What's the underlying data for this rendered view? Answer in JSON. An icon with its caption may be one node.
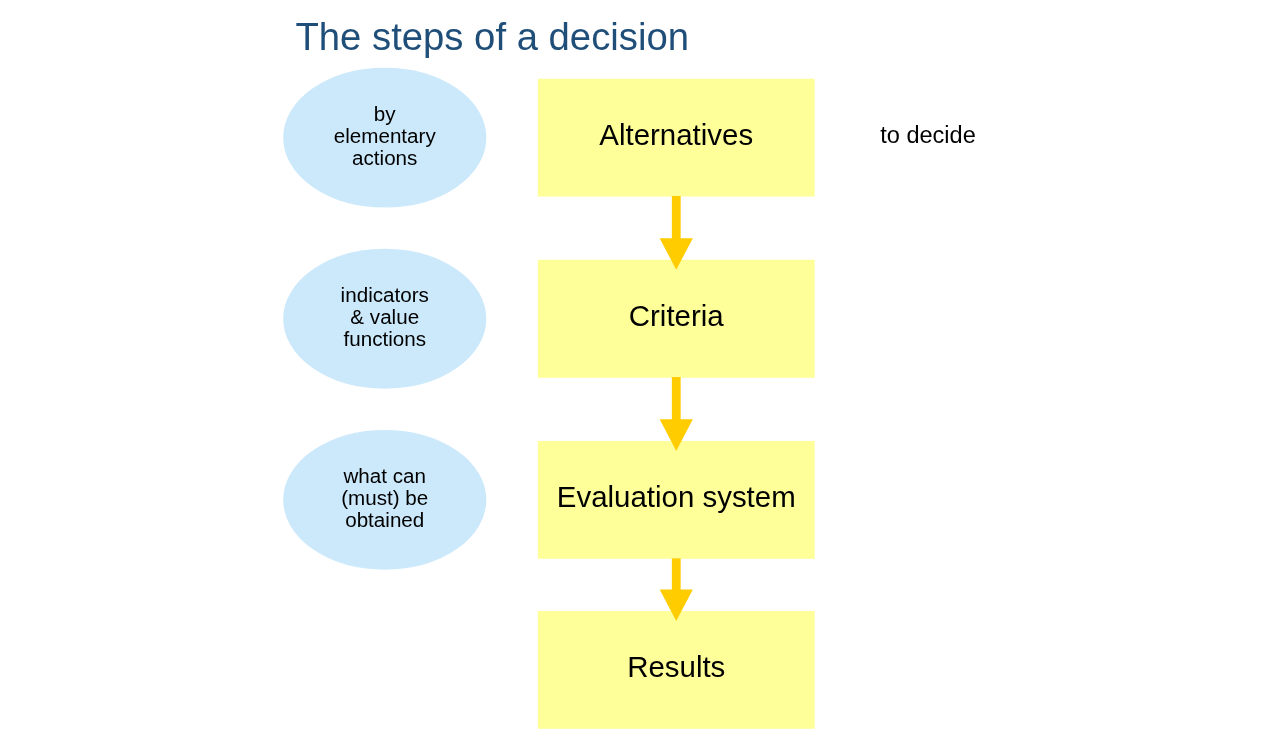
{
  "diagram": {
    "title": "The steps of a decision",
    "nodes": [
      {
        "text": [
          "Alternatives"
        ]
      },
      {
        "text": [
          "Criteria"
        ]
      },
      {
        "text": [
          "Evaluation system"
        ]
      },
      {
        "text": [
          "Results"
        ]
      },
      {
        "text": [
          "by elementary actions"
        ]
      },
      {
        "text": [
          "indicators & value functions"
        ]
      },
      {
        "text": [
          "what can (must) be obtained"
        ]
      }
    ],
    "edges": [
      {
        "from": 0,
        "to": 1,
        "arrow": "to"
      },
      {
        "from": 1,
        "to": 2,
        "arrow": "to"
      },
      {
        "from": 2,
        "to": 3,
        "arrow": "to"
      }
    ],
    "labels": [
      "to decide"
    ]
  }
}
